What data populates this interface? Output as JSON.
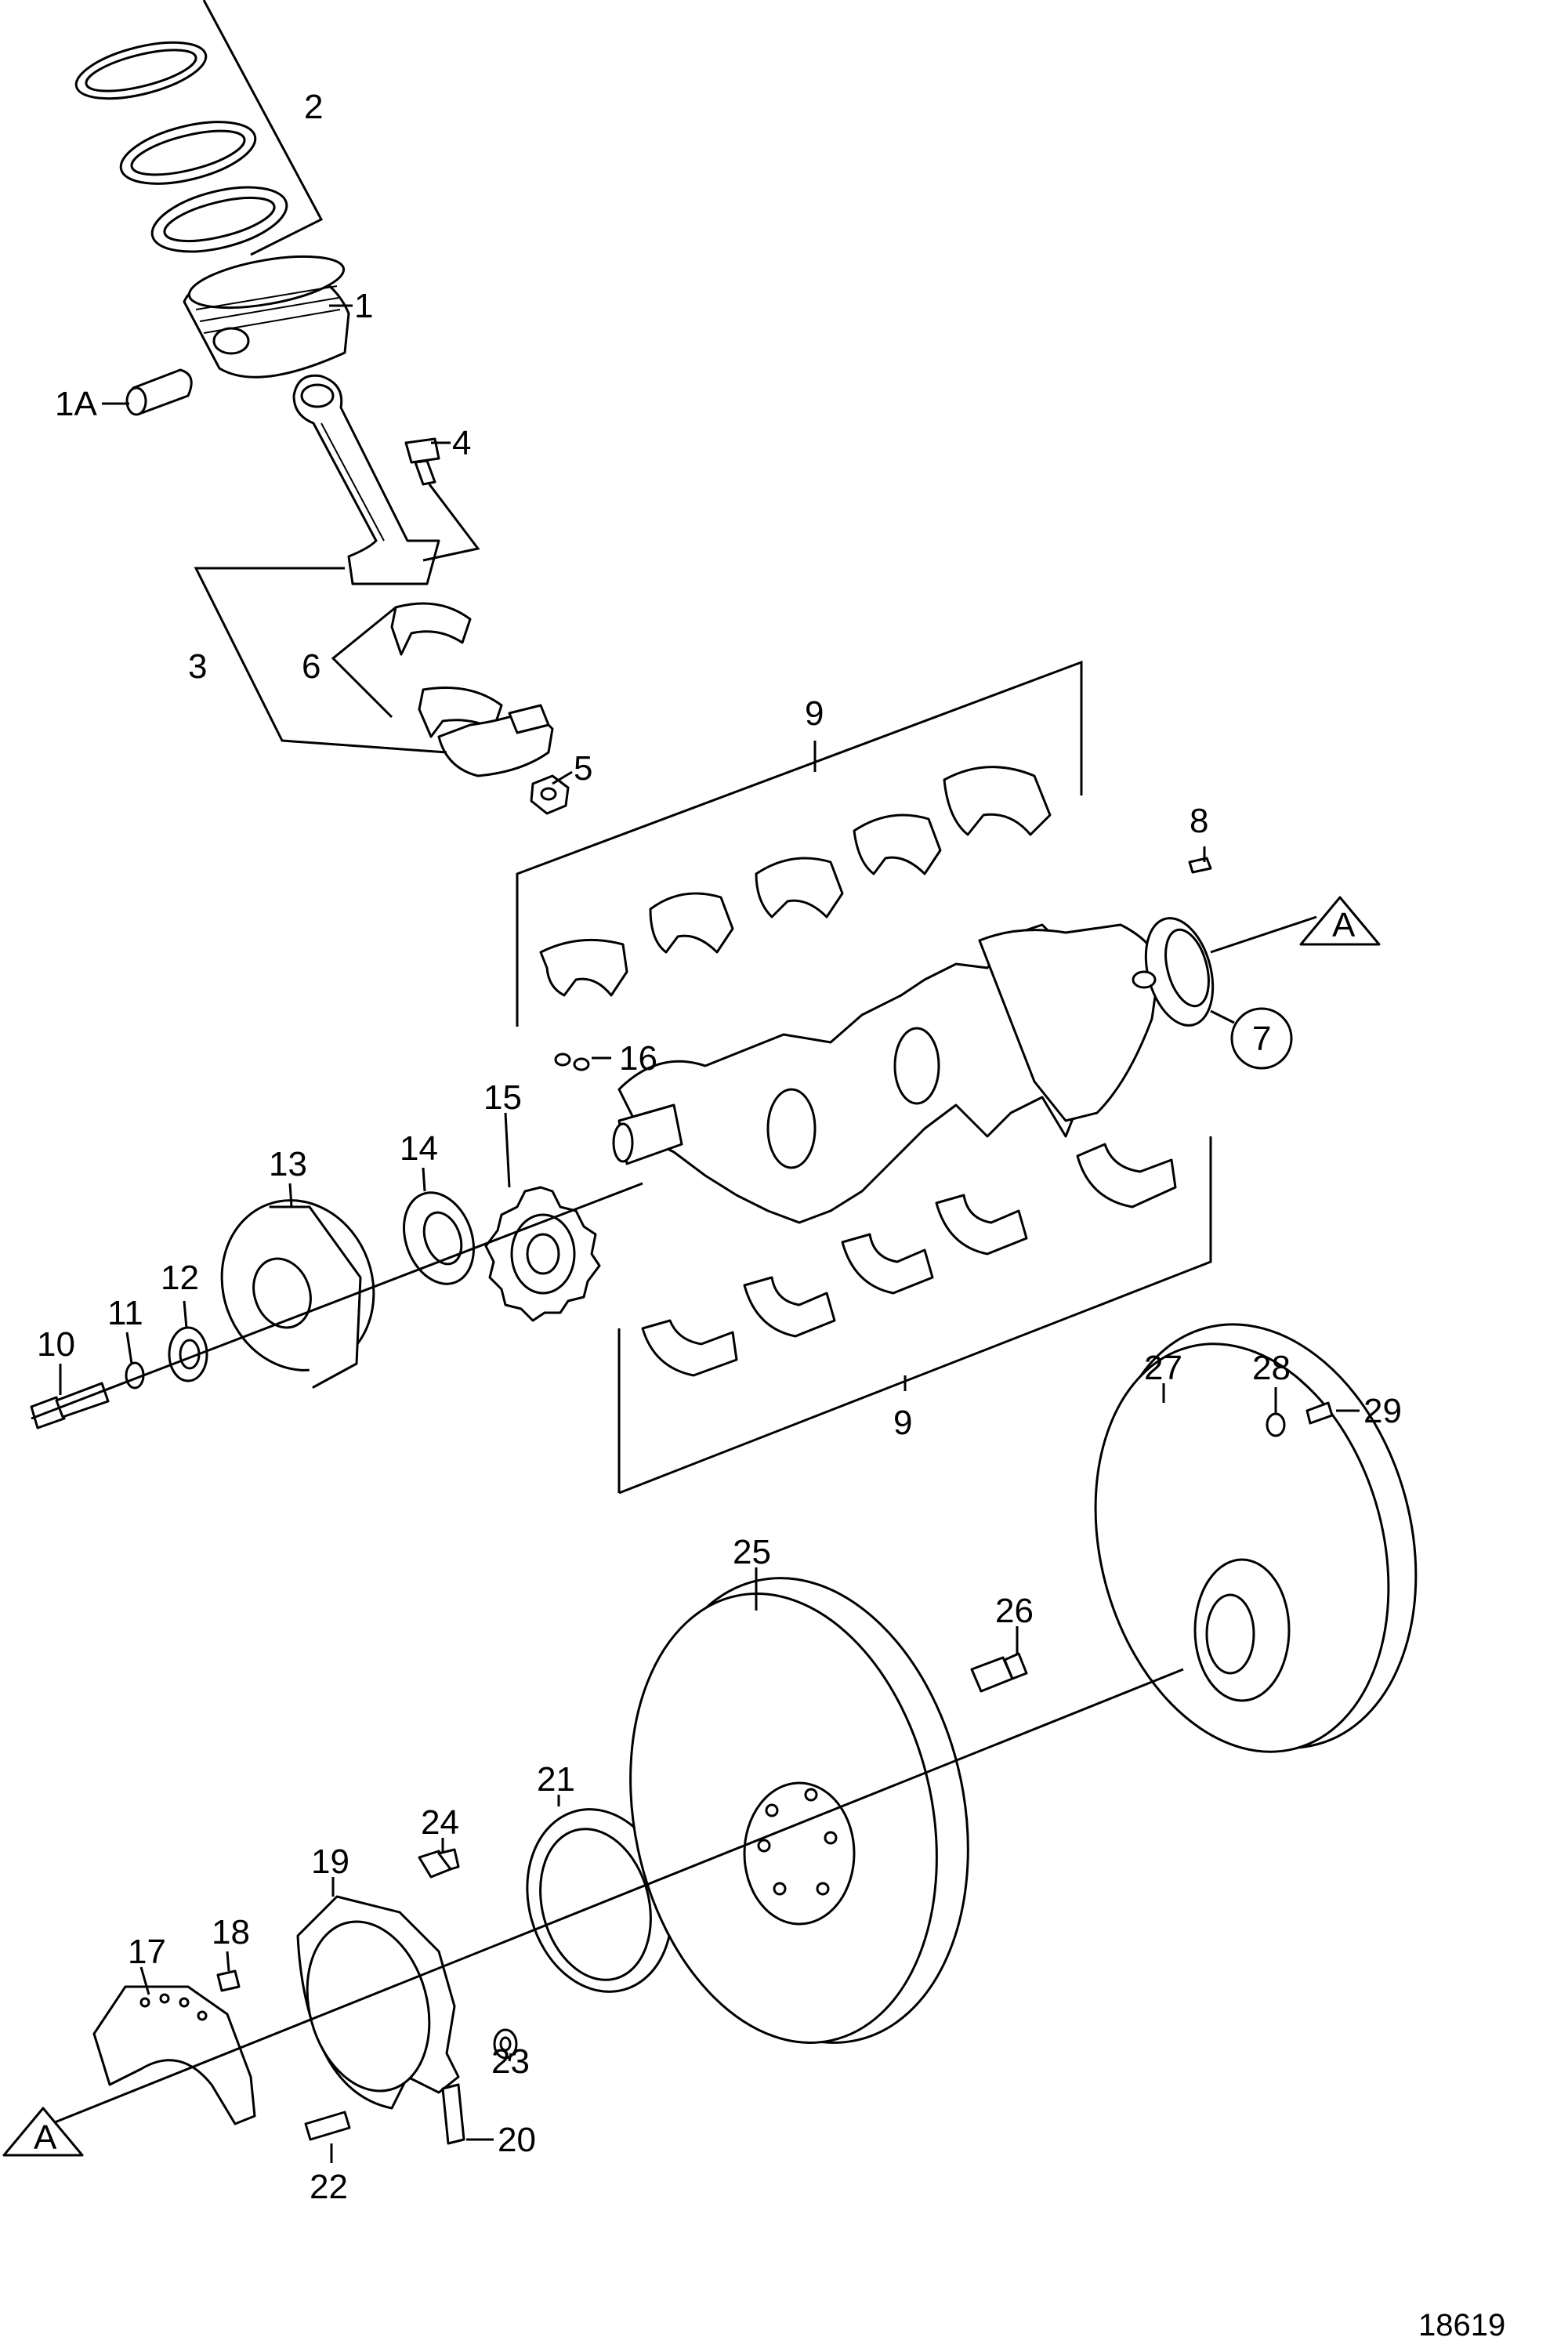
{
  "callouts": {
    "c1": "1",
    "c1A": "1A",
    "c2": "2",
    "c3": "3",
    "c4": "4",
    "c5": "5",
    "c6": "6",
    "c7": "7",
    "c8": "8",
    "c9a": "9",
    "c9b": "9",
    "c10": "10",
    "c11": "11",
    "c12": "12",
    "c13": "13",
    "c14": "14",
    "c15": "15",
    "c16": "16",
    "c17": "17",
    "c18": "18",
    "c19": "19",
    "c20": "20",
    "c21": "21",
    "c22": "22",
    "c23": "23",
    "c24": "24",
    "c25": "25",
    "c26": "26",
    "c27": "27",
    "c28": "28",
    "c29": "29"
  },
  "markers": {
    "axis_top": "A",
    "axis_bottom": "A"
  },
  "drawing_number": "18619"
}
